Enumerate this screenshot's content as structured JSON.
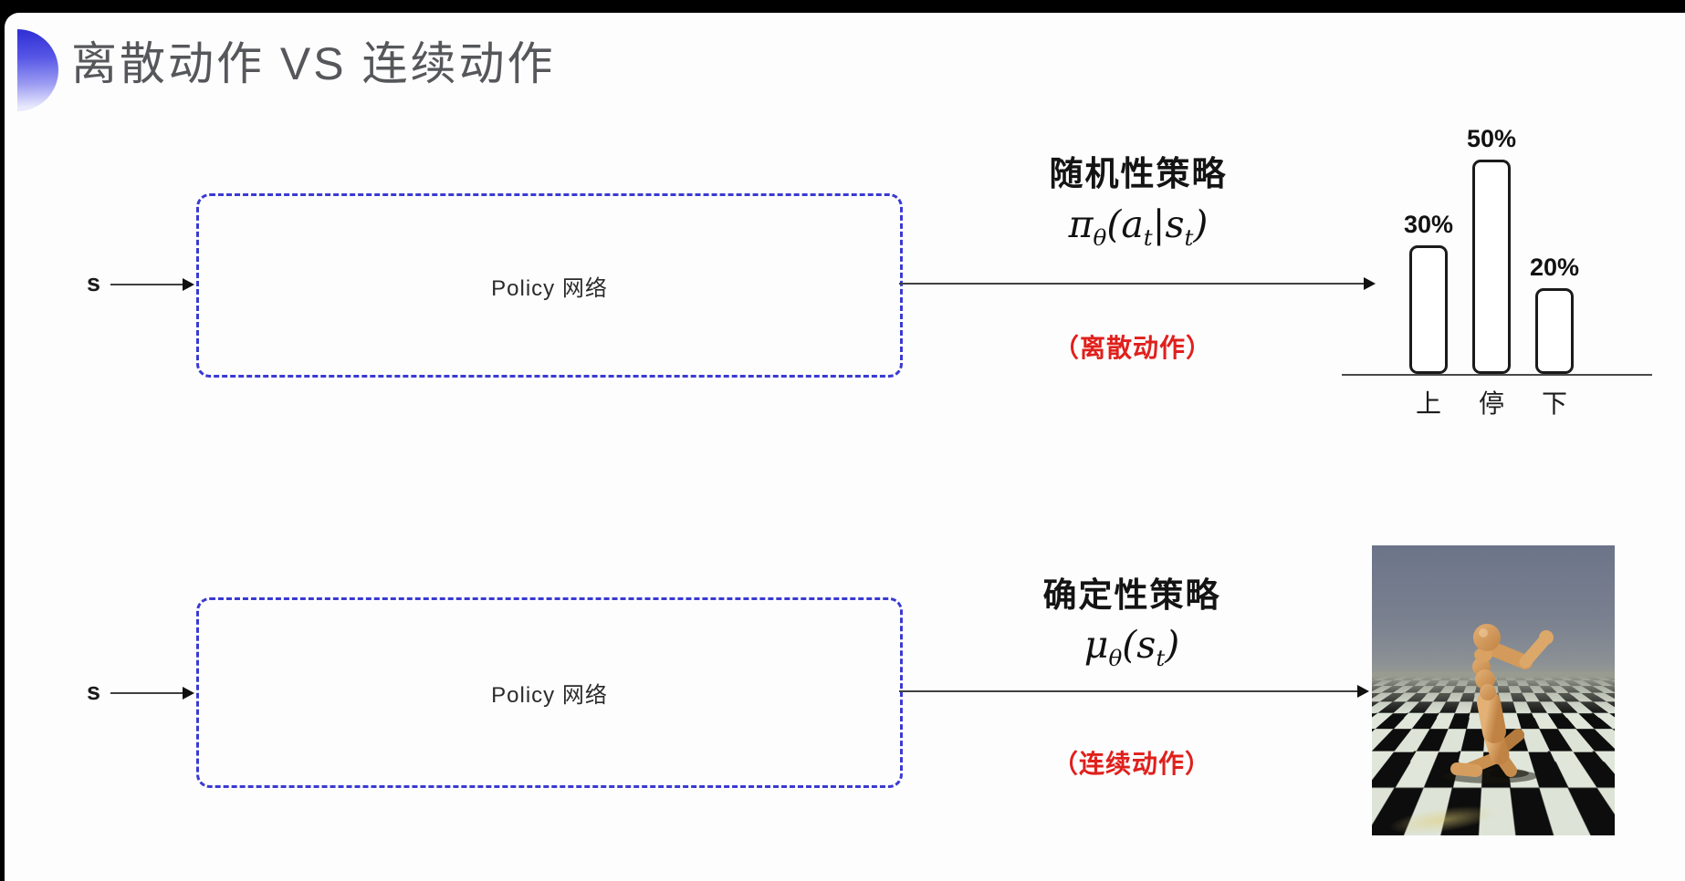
{
  "slide": {
    "title": "离散动作 VS 连续动作",
    "rows": [
      {
        "input_label": "s",
        "box_label": "Policy 网络",
        "policy_type": "随机性策略",
        "formula": "π_θ(a_t|s_t)",
        "action_note": "（离散动作）"
      },
      {
        "input_label": "s",
        "box_label": "Policy 网络",
        "policy_type": "确定性策略",
        "formula": "μ_θ(s_t)",
        "action_note": "（连续动作）"
      }
    ],
    "illustrations": {
      "bar_chart_meaning": "action probability distribution over discrete actions",
      "photo_meaning": "humanoid robot simulation on checkerboard floor"
    }
  },
  "chart_data": {
    "type": "bar",
    "categories": [
      "上",
      "停",
      "下"
    ],
    "values": [
      30,
      50,
      20
    ],
    "value_labels": [
      "30%",
      "50%",
      "20%"
    ],
    "title": "",
    "xlabel": "",
    "ylabel": "",
    "ylim": [
      0,
      55
    ],
    "grid": false,
    "legend": false,
    "bar_style": "white fill, black rounded outline, labels above bars"
  },
  "colors": {
    "accent_blue": "#3a3ad2",
    "note_red": "#e0201c",
    "title_gray": "#56575b",
    "line_gray": "#3f3f3f",
    "robot_tan": "#d49a5c"
  }
}
